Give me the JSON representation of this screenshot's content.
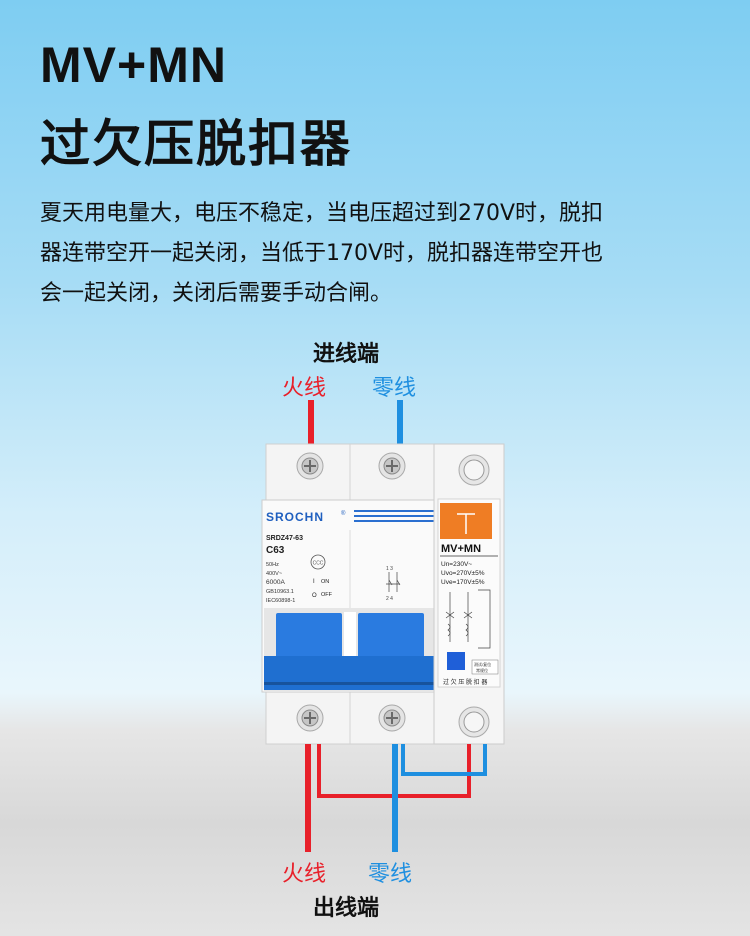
{
  "title": {
    "line1": "MV+MN",
    "line2": "过欠压脱扣器"
  },
  "description": [
    "夏天用电量大，电压不稳定，当电压超过到270V时，脱扣",
    "器连带空开一起关闭，当低于170V时，脱扣器连带空开也",
    "会一起关闭，关闭后需要手动合闸。"
  ],
  "diagram": {
    "input_terminal": "进线端",
    "output_terminal": "出线端",
    "live_wire": "火线",
    "neutral_wire": "零线"
  },
  "device": {
    "brand": "SROCHN",
    "model": "SRDZ47-63",
    "rating": "C63",
    "spec_lines": [
      "50Hz",
      "400V~",
      "6000A",
      "GB10963.1",
      "IEC60898-1"
    ],
    "on_label": "ON",
    "off_label": "OFF",
    "cert_mark": "CCC",
    "pole_labels_top": "1 3",
    "pole_labels_bottom": "2 4",
    "module_title": "MV+MN",
    "module_specs": [
      "Un=230V~",
      "Uvo=270V±5%",
      "Uve=170V±5%"
    ],
    "module_button_text": [
      "测试/复位",
      "常规位"
    ],
    "module_name": "过 欠 压 脱 扣 器"
  },
  "colors": {
    "live": "#e8202a",
    "neutral": "#1e8fe0",
    "handle": "#1f6fd0",
    "module_accent": "#ef7d24"
  }
}
